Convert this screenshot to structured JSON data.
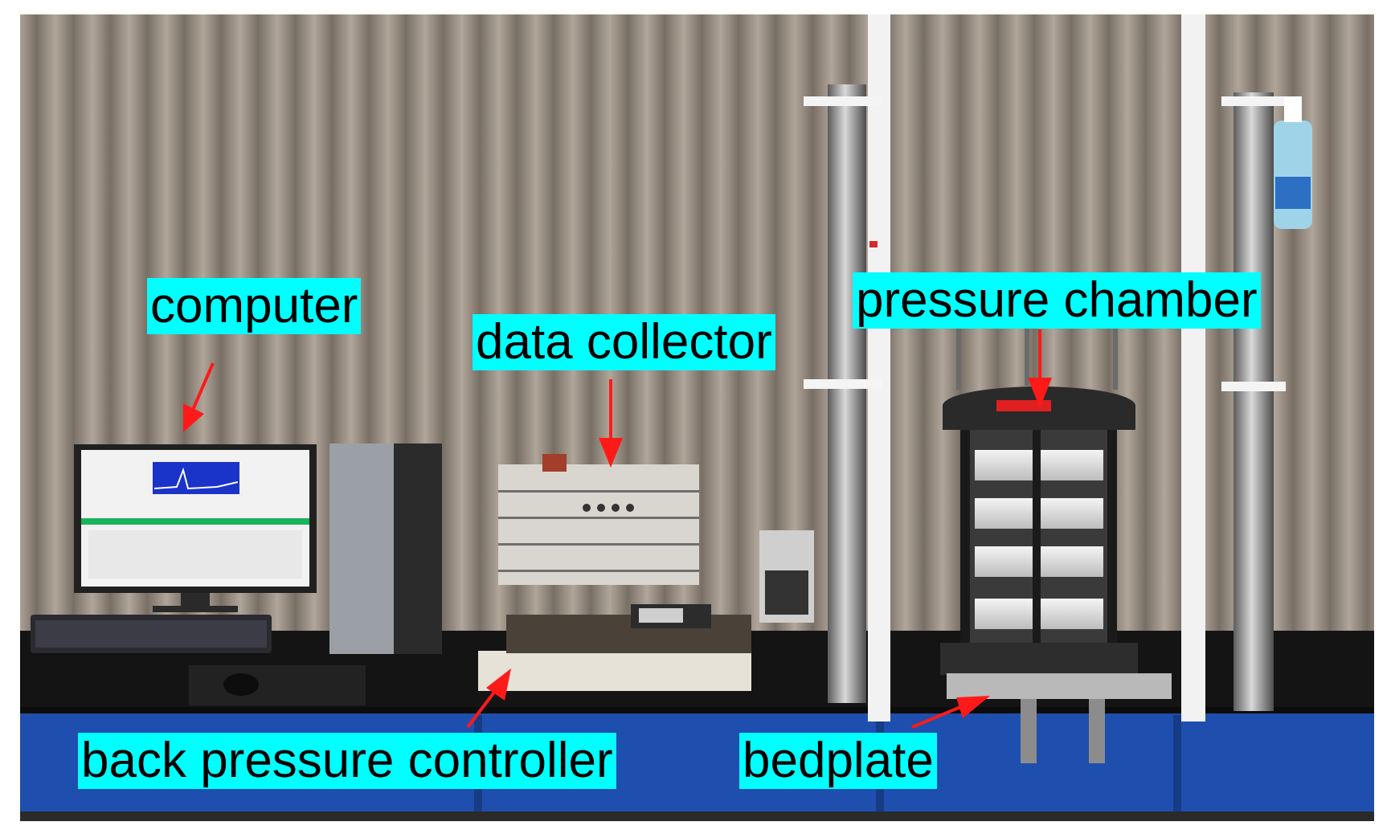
{
  "labels": {
    "computer": "computer",
    "data_collector": "data collector",
    "pressure_chamber": "pressure chamber",
    "back_pressure_controller": "back pressure controller",
    "bedplate": "bedplate"
  },
  "colors": {
    "label_background": "#00ffff",
    "arrow": "#ff1a1a",
    "curtain": "#8c8277",
    "bench_top": "#111111",
    "cabinet_blue": "#1f4fb0",
    "frame_white": "#f2f2f2"
  }
}
